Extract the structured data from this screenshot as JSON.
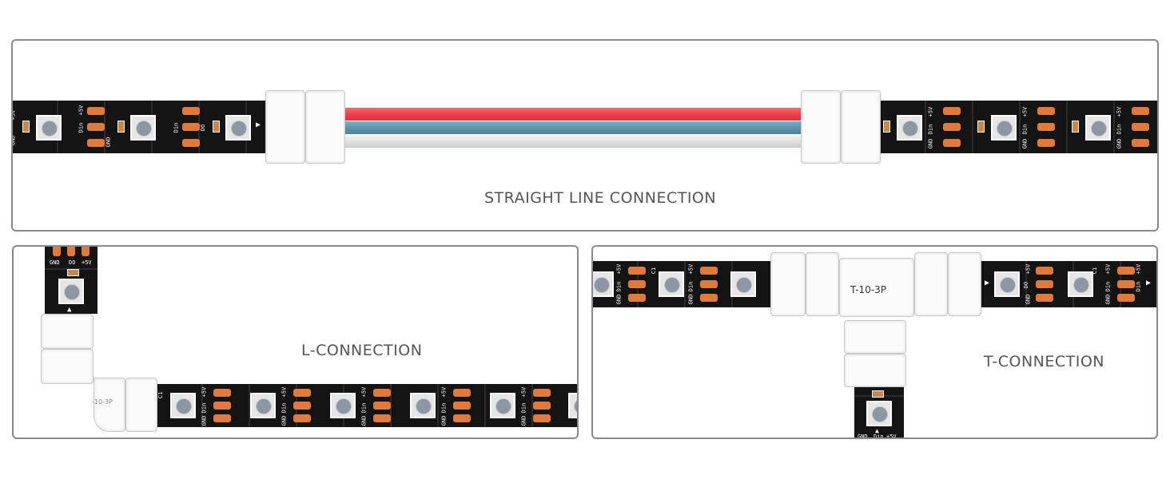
{
  "panels": {
    "straight": {
      "caption": "STRAIGHT LINE CONNECTION"
    },
    "l": {
      "caption": "L-CONNECTION",
      "connector_text": "-10-3P"
    },
    "t": {
      "caption": "T-CONNECTION",
      "connector_text": "T-10-3P"
    }
  },
  "strip": {
    "pin_5v": "+5V",
    "pin_din": "Din",
    "pin_gnd": "GND",
    "pin_do": "DO",
    "cap": "C1"
  },
  "colors": {
    "strip": "#141414",
    "pad": "#e07a3a",
    "wire_red": "#f24a55",
    "wire_blue": "#5a92ad",
    "wire_white": "#e2e4e4",
    "border": "#8a8a8a",
    "caption": "#555555"
  },
  "icons": [
    "led-chip-icon",
    "solder-pad-icon",
    "direction-arrow-icon"
  ]
}
